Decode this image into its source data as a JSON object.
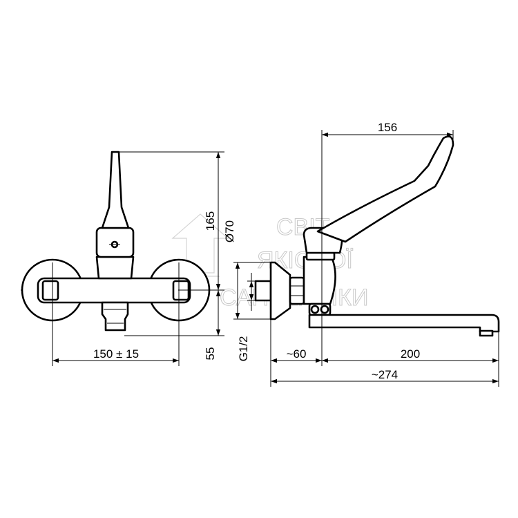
{
  "watermark": {
    "line1": "СВІТ",
    "line2": "ЯКІСНОЇ",
    "line3": "САНТЕХНІКИ"
  },
  "dimensions": {
    "front_width": "150 ± 15",
    "front_height": "165",
    "front_bottom": "55",
    "diameter": "Ø70",
    "thread": "G1/2",
    "wall_offset": "~60",
    "spout_reach": "200",
    "total_length": "~274",
    "lever_reach": "156"
  }
}
